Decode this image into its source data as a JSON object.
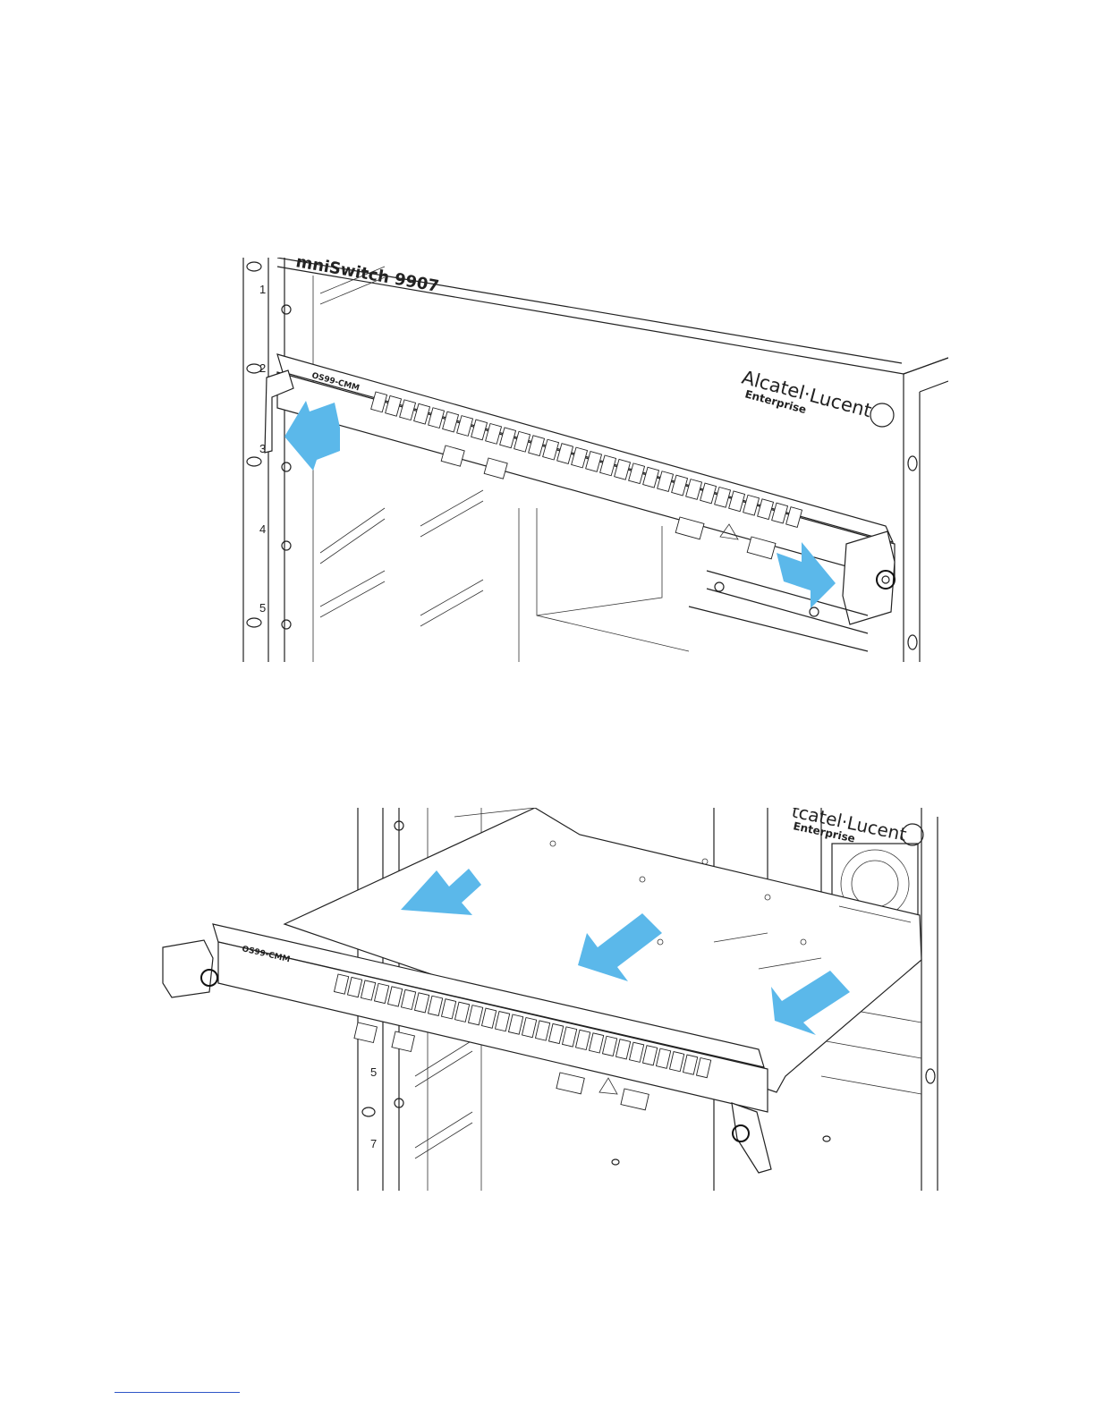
{
  "figure_top": {
    "chassis_label": "mniSwitch 9907",
    "brand_line1": "Alcatel·Lucent",
    "brand_line2": "Enterprise",
    "module_label": "OS99-CMM",
    "slot_numbers": [
      "1",
      "2",
      "3",
      "4",
      "5"
    ]
  },
  "figure_bottom": {
    "brand_fragment": "tcatel·Lucent",
    "brand_line2": "Enterprise",
    "module_label": "OS99-CMM",
    "slot_numbers": [
      "5",
      "7"
    ]
  },
  "colors": {
    "arrow": "#5bb8ea",
    "line": "#222222",
    "link": "#2e56c7"
  }
}
